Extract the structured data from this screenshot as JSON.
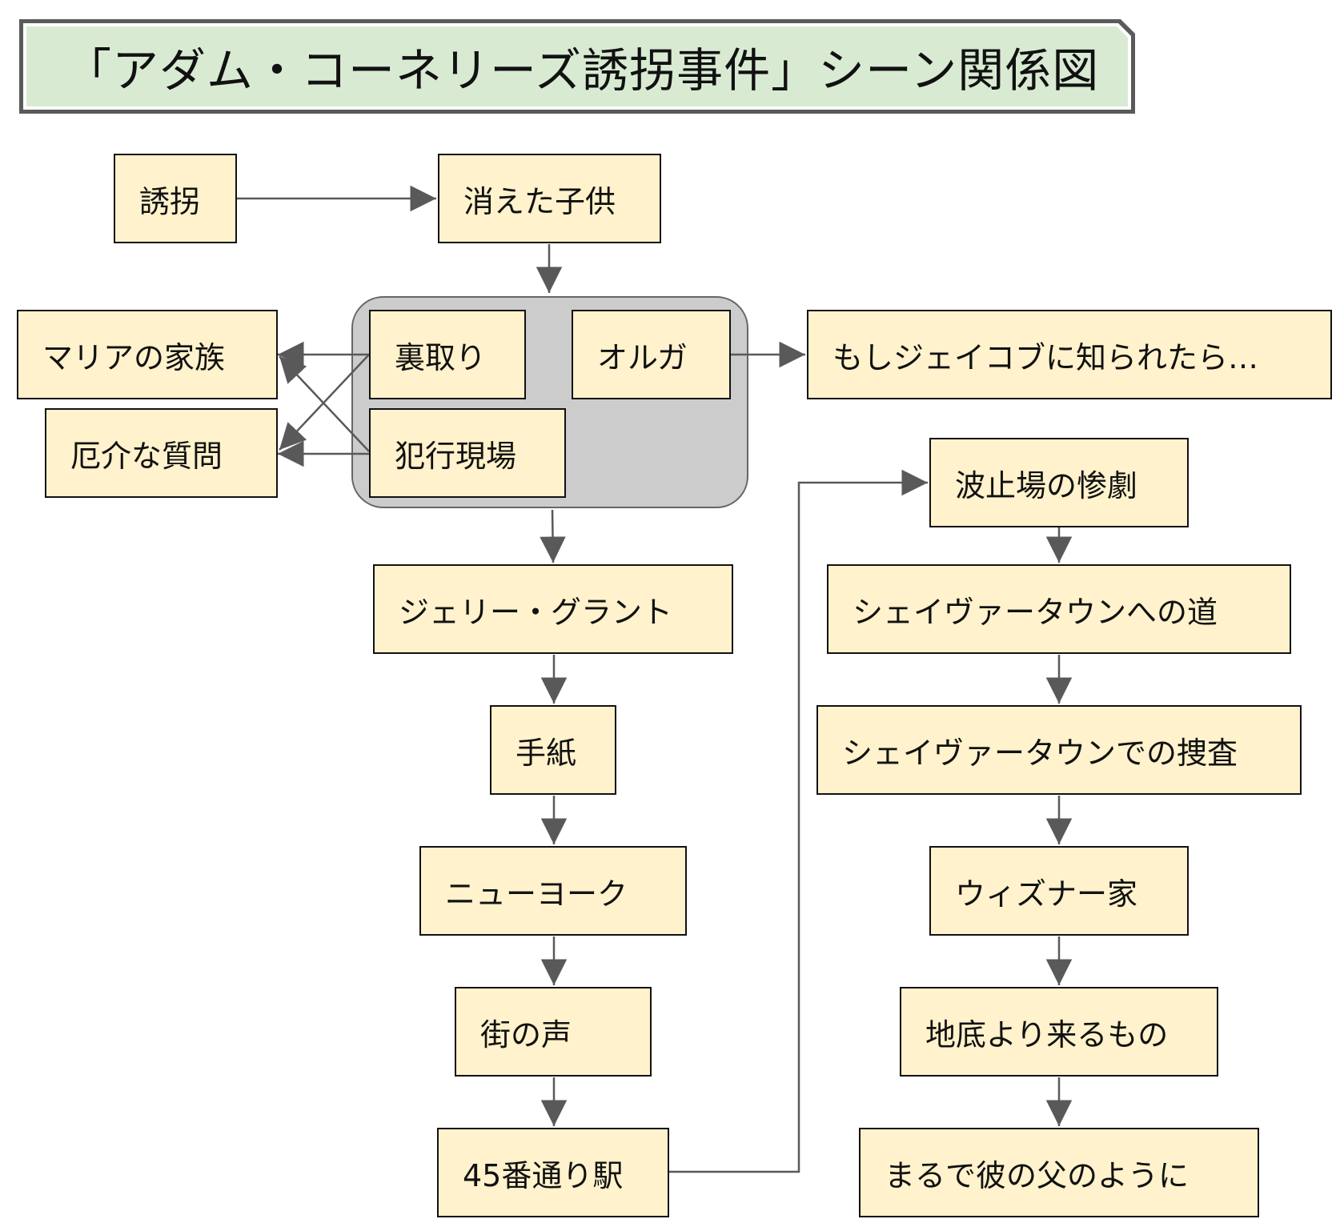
{
  "diagram": {
    "title": "「アダム・コーネリーズ誘拐事件」シーン関係図",
    "nodes": {
      "kidnapping": "誘拐",
      "missing_child": "消えた子供",
      "marias_family": "マリアの家族",
      "awkward_questions": "厄介な質問",
      "verification": "裏取り",
      "olga": "オルガ",
      "crime_scene": "犯行現場",
      "if_jacob_knew": "もしジェイコブに知られたら…",
      "jerry_grant": "ジェリー・グラント",
      "letter": "手紙",
      "new_york": "ニューヨーク",
      "street_voices": "街の声",
      "station_45th": "45番通り駅",
      "pier_tragedy": "波止場の惨劇",
      "road_to_shaver_town": "シェイヴァータウンへの道",
      "shaver_town_investigation": "シェイヴァータウンでの捜査",
      "wisner_house": "ウィズナー家",
      "from_beneath": "地底より来るもの",
      "like_his_father": "まるで彼の父のように"
    },
    "colors": {
      "node_fill": "#fff2cc",
      "group_fill": "#cccccc",
      "title_fill": "#d9ead3",
      "arrow": "#595959"
    }
  }
}
